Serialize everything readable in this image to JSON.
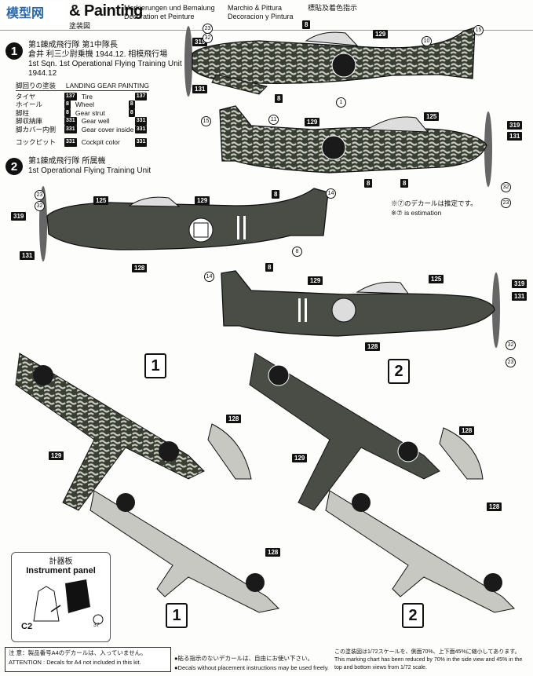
{
  "header": {
    "title": "& Painting",
    "subtitle_jp": "塗装図",
    "col1": [
      "Markierungen und Bemalung",
      "Decoration et Peinture"
    ],
    "col2": [
      "Marchio & Pittura",
      "Decoracion y Pintura"
    ],
    "col3": "標貼及着色指示"
  },
  "section1": {
    "badge": "1",
    "lines": [
      "第1錬成飛行隊 第1中隊長",
      "倉井 利三少尉乗機 1944.12. 相模飛行場",
      "1st Sqn. 1st Operational Flying Training Unit",
      "1944.12"
    ]
  },
  "landing_gear": {
    "header_jp": "脚回りの塗装",
    "header_en": "LANDING GEAR PAINTING",
    "rows": [
      {
        "jp": "タイヤ",
        "code": "137",
        "en": "Tire",
        "code2": "137"
      },
      {
        "jp": "ホイール",
        "code": "8",
        "en": "Wheel",
        "code2": "8"
      },
      {
        "jp": "脚柱",
        "code": "8",
        "en": "Gear strut",
        "code2": "8"
      },
      {
        "jp": "脚収納庫",
        "code": "331",
        "en": "Gear well",
        "code2": "331"
      },
      {
        "jp": "脚カバー内側",
        "code": "331",
        "en": "Gear cover inside",
        "code2": "331"
      }
    ],
    "cockpit_jp": "コックピット",
    "cockpit_code": "331",
    "cockpit_en": "Cockpit color",
    "cockpit_code2": "331"
  },
  "section2": {
    "badge": "2",
    "lines": [
      "第1錬成飛行隊 所属機",
      "1st Operational Flying Training Unit"
    ]
  },
  "estimation_note": [
    "※⑦のデカールは推定です。",
    "※⑦ is estimation"
  ],
  "instrument_panel": {
    "title_jp": "計器板",
    "title_en": "Instrument panel",
    "part": "C2",
    "callout": "37"
  },
  "plan_badges": {
    "left": "1",
    "right": "2"
  },
  "footer": {
    "note_jp": "注 意：製品番号A4のデカールは、入っていません。",
    "note_en": "ATTENTION : Decals for A4 not included in this kit.",
    "decal_jp": "●貼る指示のないデカールは、自由にお使い下さい。",
    "decal_en": "●Decals without placement instructions may be used freely.",
    "scale_jp": "この塗装図は1/72スケールを、側面70%、上下面45%に縮小してあります。",
    "scale_en1": "This marking chart has been reduced by 70% in the side view and 45% in the",
    "scale_en2": "top and bottom views from 1/72 scale."
  },
  "colors": {
    "camo_green": "#3a3f34",
    "camo_light": "#c9ccc2",
    "hinomaru": "#1a1a1a",
    "underside": "#b8b8b2",
    "fill_dark": "#4a4c46"
  }
}
